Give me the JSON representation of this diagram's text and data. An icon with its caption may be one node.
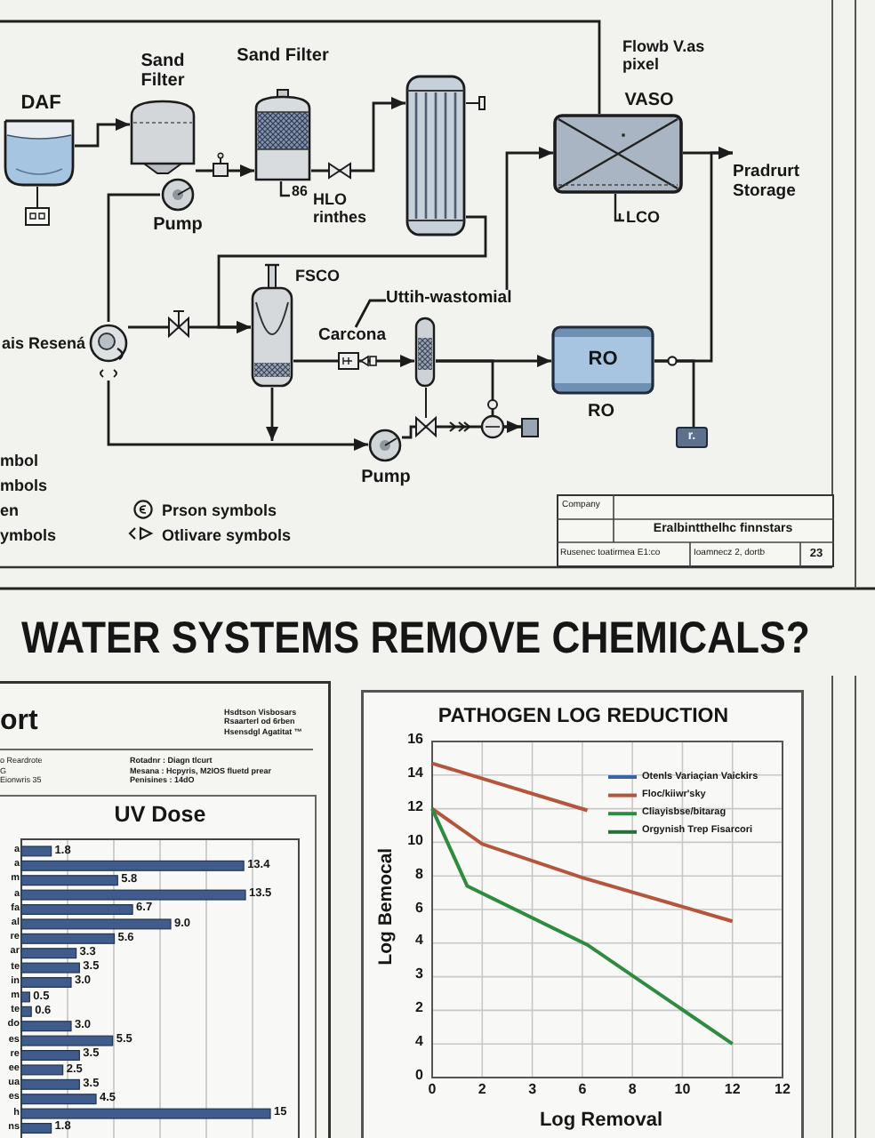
{
  "diagram": {
    "title": "WATER SYSTEMS REMOVE CHEMICALS?",
    "nodes": [
      {
        "text": [
          "DAF"
        ]
      },
      {
        "text": [
          "Sand Filter"
        ]
      },
      {
        "text": [
          "Pump"
        ]
      },
      {
        "text": [
          "Sand Filter"
        ],
        "beside": [
          "86"
        ]
      },
      {
        "text": [],
        "shape": "cylinder"
      },
      {
        "text": [
          "VASO"
        ],
        "beside": [
          "Flowb V.as pixel",
          "LCO"
        ]
      },
      {
        "text": [
          "Pradrurt Storage"
        ]
      },
      {
        "text": [
          "ais Resená"
        ]
      },
      {
        "text": [],
        "shape": "cylinder",
        "beside": [
          "FSCO"
        ]
      },
      {
        "text": [
          "Uttih-wastomial"
        ]
      },
      {
        "text": [
          "Carcona"
        ]
      },
      {
        "text": [],
        "shape": "cylinder"
      },
      {
        "text": [
          "RO"
        ],
        "beside": [
          "RO"
        ]
      },
      {
        "text": [
          "r."
        ]
      },
      {
        "text": [
          "Pump"
        ]
      },
      {
        "text": [],
        "shape": "box"
      }
    ],
    "edges": [
      {
        "from": null,
        "to": 5,
        "arrow": "none"
      },
      {
        "from": 0,
        "to": 1,
        "arrow": "to"
      },
      {
        "from": 1,
        "to": 3,
        "arrow": "to"
      },
      {
        "from": 3,
        "to": 4,
        "arrow": "to"
      },
      {
        "from": 4,
        "to": 8,
        "arrow": "to"
      },
      {
        "from": 9,
        "to": 5,
        "arrow": "to"
      },
      {
        "from": 5,
        "to": 6,
        "arrow": "to"
      },
      {
        "from": 12,
        "to": 6,
        "arrow": "to"
      },
      {
        "from": 12,
        "to": 13,
        "arrow": "none"
      },
      {
        "from": 2,
        "to": 7,
        "arrow": "none"
      },
      {
        "from": 7,
        "to": 14,
        "arrow": "to"
      },
      {
        "from": 7,
        "to": 8,
        "arrow": "to"
      },
      {
        "from": 8,
        "to": 11,
        "arrow": "to"
      },
      {
        "from": 11,
        "to": 12,
        "arrow": "to"
      },
      {
        "from": 8,
        "to": null,
        "arrow": "to"
      },
      {
        "from": 14,
        "to": 15,
        "arrow": "to"
      },
      {
        "from": 9,
        "to": 10,
        "arrow": "none"
      },
      {
        "from": 11,
        "to": 15,
        "arrow": "none"
      }
    ],
    "labels": [
      "HLO rinthes",
      "mbol",
      "mbols",
      "en",
      "ymbols",
      "Company",
      "Eralbintthelhc finnstars",
      "Rusenec toatirmea E1:co",
      "Ioamnecz 2, dortb",
      "23",
      "ort",
      "Hsdtson Visbosars",
      "Rsaarterl od 6rben",
      "Hsensdgl Agatitat ™",
      "o Reardrote",
      "G",
      "Eionwris 35",
      "Rotadnr : Diagn tlcurt",
      "Mesana : Hcpyris, M2IOS fluetd prear",
      "Penisines : 14dO",
      "3",
      "2",
      "4",
      "0",
      "3",
      "12"
    ],
    "legend": [
      {
        "text": "Prson symbols"
      },
      {
        "text": "Otlivare symbols"
      }
    ],
    "chart_data": [
      {
        "type": "bar",
        "orientation": "horizontal",
        "title": "UV Dose",
        "grid": true,
        "categories": [
          "a",
          "a",
          "m",
          "a",
          "fa",
          "al",
          "re",
          "ar",
          "te",
          "in",
          "m",
          "te",
          "do",
          "es",
          "re",
          "ee",
          "ua",
          "es",
          "h",
          "ns"
        ],
        "values": [
          1.8,
          13.4,
          5.8,
          13.5,
          6.7,
          9.0,
          5.6,
          3.3,
          3.5,
          3.0,
          0.5,
          0.6,
          3.0,
          5.5,
          3.5,
          2.5,
          3.5,
          4.5,
          15,
          1.8
        ],
        "value_labels": [
          "1.8",
          "13.4",
          "5.8",
          "13.5",
          "6.7",
          "9.0",
          "5.6",
          "3.3",
          "3.5",
          "3.0",
          "0.5",
          "0.6",
          "3.0",
          "5.5",
          "3.5",
          "2.5",
          "3.5",
          "4.5",
          "15",
          "1.8"
        ]
      },
      {
        "type": "line",
        "title": "PATHOGEN LOG REDUCTION",
        "xlabel": "Log Removal",
        "ylabel": "Log Bemocal",
        "grid": true,
        "legend": "upper right",
        "x": [
          0,
          1.4,
          2,
          6,
          6.2,
          12
        ],
        "series": [
          {
            "name": "Otenls Variaçian Vaickirs",
            "color": "#3b64a8",
            "values": [
              null,
              null,
              null,
              null,
              null,
              null
            ]
          },
          {
            "name": "Floc/kiiwr'sky",
            "color": "#b4553c",
            "values": [
              14.7,
              null,
              null,
              null,
              11.9,
              null
            ]
          },
          {
            "color": "#b4553c",
            "values": [
              12.0,
              null,
              9.9,
              7.9,
              null,
              5.3
            ]
          },
          {
            "name": "Cliayisbse/bitarag",
            "color": "#2f8b3f",
            "values": [
              12.0,
              7.4,
              null,
              null,
              3.9,
              -2.0
            ]
          },
          {
            "name": "Orgynish Trep Fisarcori",
            "color": "#25703a",
            "values": [
              null,
              null,
              null,
              null,
              null,
              null
            ]
          }
        ],
        "xlim": [
          0,
          14
        ],
        "ylim": [
          -4,
          16
        ],
        "xticks": [
          0,
          2,
          6,
          8,
          10,
          12
        ],
        "yticks": [
          4,
          6,
          8,
          10,
          12,
          14,
          16
        ]
      }
    ]
  }
}
